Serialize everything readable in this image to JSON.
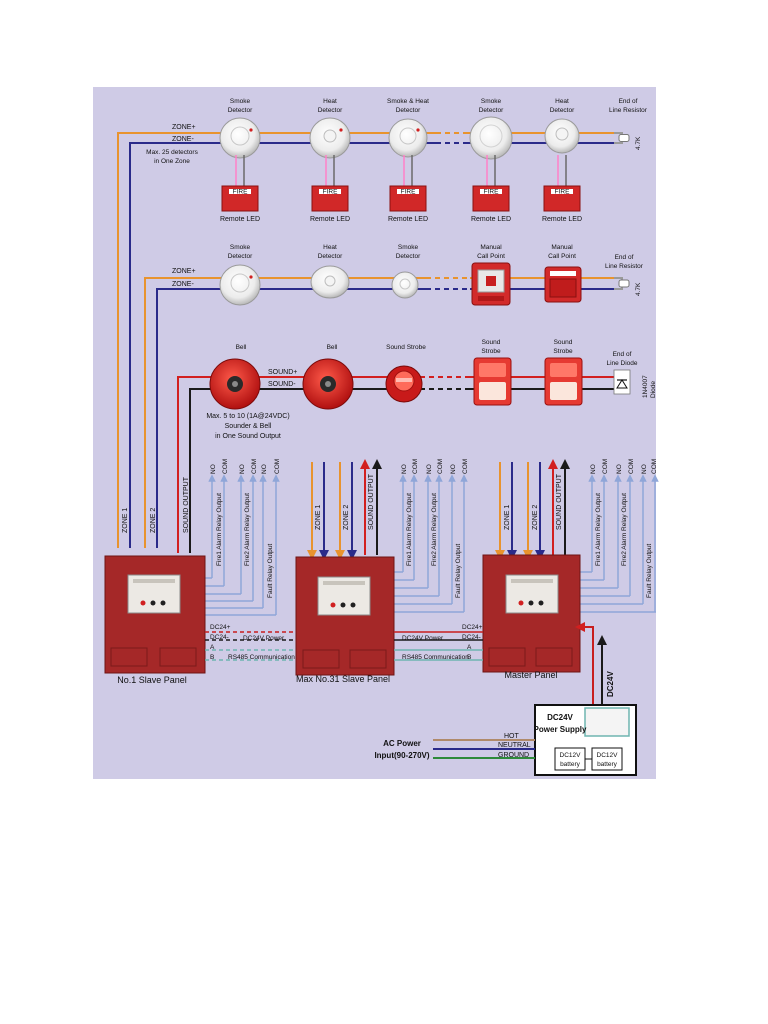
{
  "zone1_row": {
    "zone_plus": "ZONE+",
    "zone_minus": "ZONE-",
    "max_note_1": "Max. 25 detectors",
    "max_note_2": "in One Zone",
    "devices": [
      {
        "l1": "Smoke",
        "l2": "Detector"
      },
      {
        "l1": "Heat",
        "l2": "Detector"
      },
      {
        "l1": "Smoke & Heat",
        "l2": "Detector"
      },
      {
        "l1": "Smoke",
        "l2": "Detector"
      },
      {
        "l1": "Heat",
        "l2": "Detector"
      }
    ],
    "remote_led": "Remote LED",
    "led_box_text": "FIRE",
    "eol": {
      "l1": "End of",
      "l2": "Line Resistor",
      "value": "4.7K"
    }
  },
  "zone2_row": {
    "zone_plus": "ZONE+",
    "zone_minus": "ZONE-",
    "devices": [
      {
        "l1": "Smoke",
        "l2": "Detector"
      },
      {
        "l1": "Heat",
        "l2": "Detector"
      },
      {
        "l1": "Smoke",
        "l2": "Detector"
      },
      {
        "l1": "Manual",
        "l2": "Call Point"
      },
      {
        "l1": "Manual",
        "l2": "Call Point"
      }
    ],
    "eol": {
      "l1": "End of",
      "l2": "Line Resistor",
      "value": "4.7K"
    }
  },
  "sound_row": {
    "sound_plus": "SOUND+",
    "sound_minus": "SOUND-",
    "devices": [
      {
        "l1": "Bell",
        "l2": ""
      },
      {
        "l1": "Bell",
        "l2": ""
      },
      {
        "l1": "Sound Strobe",
        "l2": ""
      },
      {
        "l1": "Sound",
        "l2": "Strobe"
      },
      {
        "l1": "Sound",
        "l2": "Strobe"
      }
    ],
    "note_1": "Max. 5  to 10 (1A@24VDC)",
    "note_2": "Sounder & Bell",
    "note_3": "in One Sound Output",
    "eol": {
      "l1": "End of",
      "l2": "Line Diode",
      "v1": "1N4007",
      "v2": "Diode"
    }
  },
  "relay": {
    "no": "NO",
    "com": "COM",
    "fire1": "Fire1 Alarm Relay Output",
    "fire2": "Fire2 Alarm Relay Output",
    "fault": "Fault  Relay Output"
  },
  "bus": {
    "zone1": "ZONE 1",
    "zone2": "ZONE 2",
    "sound_output": "SOUND OUTPUT",
    "dc24p": "DC24+",
    "dc24m": "DC24-",
    "a": "A",
    "b": "B",
    "dc24v_power": "DC24V Power",
    "rs485": "RS485 Communication"
  },
  "panels": {
    "slave1": "No.1 Slave Panel",
    "slave31": "Max No.31 Slave Panel",
    "master": "Master Panel"
  },
  "power": {
    "dc24v_vertical": "DC24V",
    "psu_l1": "DC24V",
    "psu_l2": "Power Supply",
    "battery_l1": "DC12V",
    "battery_l2": "battery",
    "ac_l1": "AC Power",
    "ac_l2": "Input(90-270V)",
    "hot": "HOT",
    "neutral": "NEUTRAL",
    "ground": "GROUND"
  },
  "colors": {
    "background": "#cfcbe6",
    "zone_plus_wire": "#e8932e",
    "zone_minus_wire": "#2a2a8a",
    "sound_plus_wire": "#d21f1f",
    "sound_minus_wire": "#1a1a1a",
    "relay_wire": "#8fa6d8",
    "power_wire": "#c81e1e",
    "rs485_wire": "#6fb5b0",
    "panel": "#a52828",
    "ground_wire": "#2e8a3a",
    "hot_wire": "#b08a6a"
  }
}
